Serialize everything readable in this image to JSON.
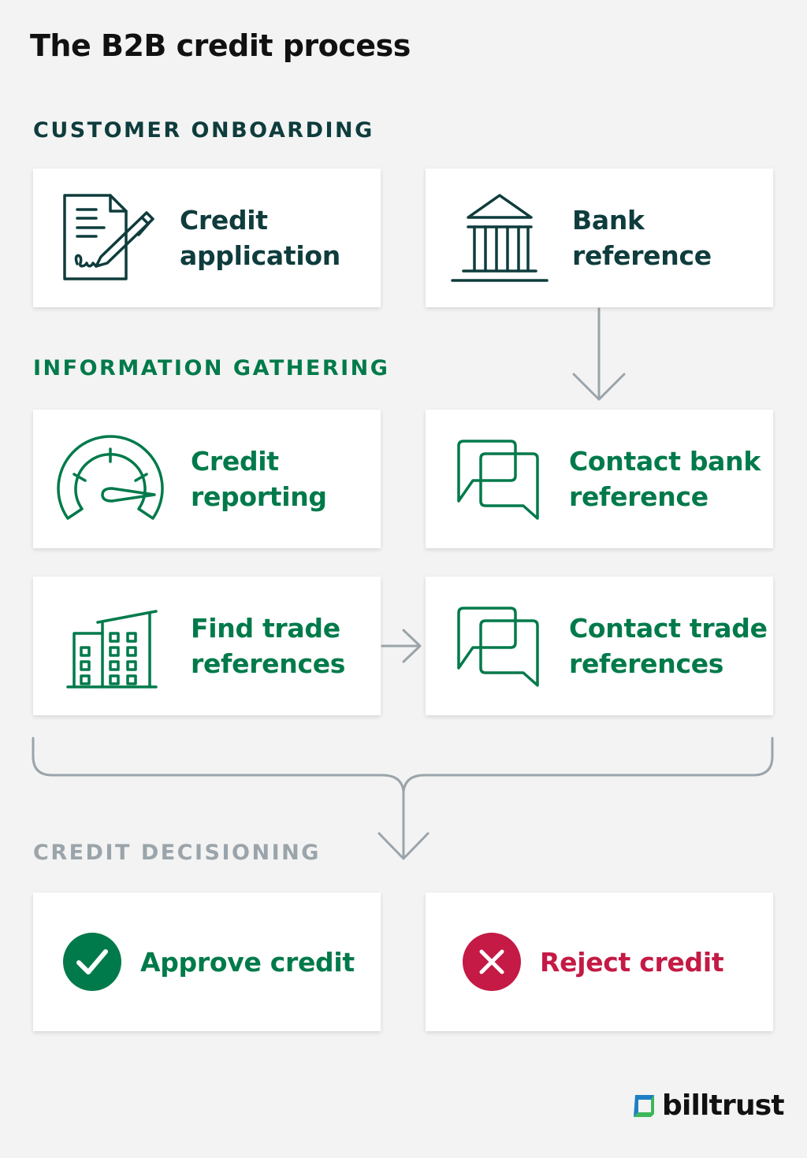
{
  "title": "The B2B credit process",
  "colors": {
    "dark_teal": "#0f3c3c",
    "green": "#007a4a",
    "red": "#c41a45",
    "connector_gray": "#9aa4aa",
    "background": "#f3f3f3",
    "card": "#ffffff"
  },
  "sections": {
    "onboarding": "CUSTOMER ONBOARDING",
    "gathering": "INFORMATION GATHERING",
    "decisioning": "CREDIT DECISIONING"
  },
  "cards": {
    "credit_application": {
      "line1": "Credit",
      "line2": "application",
      "icon": "document-signature-icon"
    },
    "bank_reference": {
      "line1": "Bank",
      "line2": "reference",
      "icon": "bank-building-icon"
    },
    "credit_reporting": {
      "line1": "Credit",
      "line2": "reporting",
      "icon": "speedometer-gauge-icon"
    },
    "contact_bank_reference": {
      "line1": "Contact bank",
      "line2": "reference",
      "icon": "chat-bubbles-icon"
    },
    "find_trade_references": {
      "line1": "Find trade",
      "line2": "references",
      "icon": "office-building-icon"
    },
    "contact_trade_references": {
      "line1": "Contact trade",
      "line2": "references",
      "icon": "chat-bubbles-icon"
    },
    "approve_credit": {
      "label": "Approve credit",
      "icon": "checkmark-circle-icon"
    },
    "reject_credit": {
      "label": "Reject credit",
      "icon": "x-circle-icon"
    }
  },
  "logo": {
    "text": "billtrust"
  }
}
